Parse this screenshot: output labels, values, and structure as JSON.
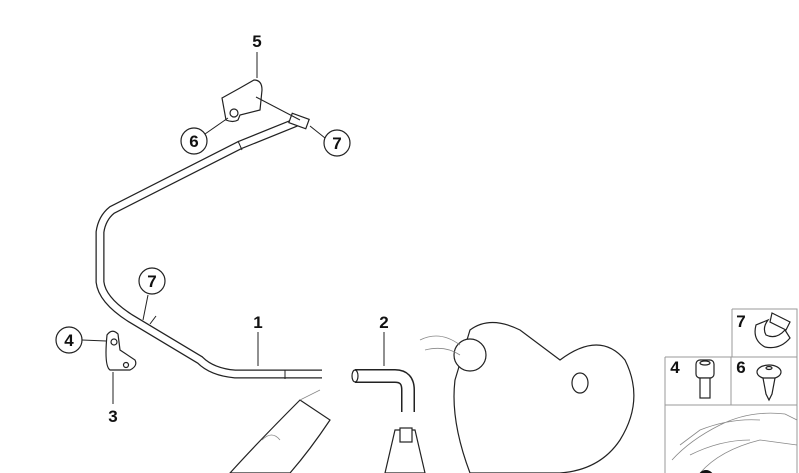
{
  "diagram": {
    "callouts": [
      {
        "id": "label-5",
        "text": "5",
        "circled": false
      },
      {
        "id": "label-6-top",
        "text": "6",
        "circled": true
      },
      {
        "id": "label-7-top",
        "text": "7",
        "circled": true
      },
      {
        "id": "label-7-mid",
        "text": "7",
        "circled": true
      },
      {
        "id": "label-4",
        "text": "4",
        "circled": true
      },
      {
        "id": "label-3",
        "text": "3",
        "circled": false
      },
      {
        "id": "label-1",
        "text": "1",
        "circled": false
      },
      {
        "id": "label-2",
        "text": "2",
        "circled": false
      }
    ],
    "legend_panel": [
      {
        "id": "legend-7",
        "text": "7",
        "icon": "clip-icon"
      },
      {
        "id": "legend-4",
        "text": "4",
        "icon": "socket-bolt-icon"
      },
      {
        "id": "legend-6",
        "text": "6",
        "icon": "self-tapping-screw-icon"
      }
    ],
    "colors": {
      "line": "#222222",
      "background": "#ffffff"
    }
  }
}
